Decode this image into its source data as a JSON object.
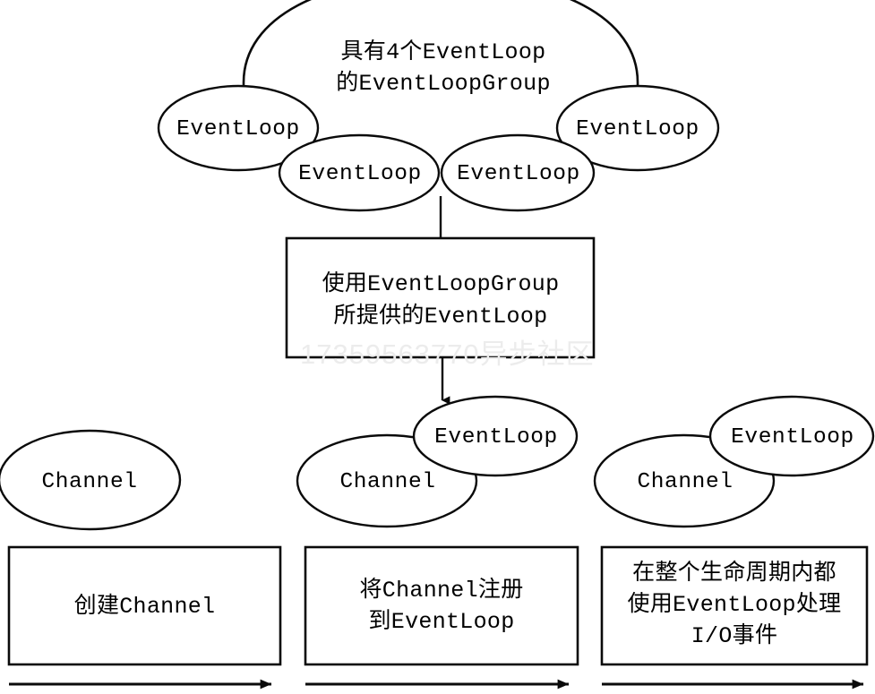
{
  "diagram": {
    "title_text": "具有4个EventLoop\n的EventLoopGroup",
    "watermark_text": "17359563770异步社区",
    "colors": {
      "stroke": "#0a0a0a",
      "fill": "#ffffff",
      "watermark": "#ececec",
      "background": "#ffffff"
    },
    "cloud_group": {
      "label": "具有4个EventLoop\n的EventLoopGroup",
      "event_loops": [
        {
          "label": "EventLoop"
        },
        {
          "label": "EventLoop"
        },
        {
          "label": "EventLoop"
        },
        {
          "label": "EventLoop"
        }
      ]
    },
    "middle_box": {
      "label": "使用EventLoopGroup\n所提供的EventLoop"
    },
    "stage_one": {
      "channel_label": "Channel"
    },
    "stage_two": {
      "channel_label": "Channel",
      "event_loop_label": "EventLoop"
    },
    "stage_three": {
      "channel_label": "Channel",
      "event_loop_label": "EventLoop"
    },
    "steps": [
      {
        "label": "创建Channel"
      },
      {
        "label": "将Channel注册\n到EventLoop"
      },
      {
        "label": "在整个生命周期内都\n使用EventLoop处理\nI/O事件"
      }
    ]
  }
}
